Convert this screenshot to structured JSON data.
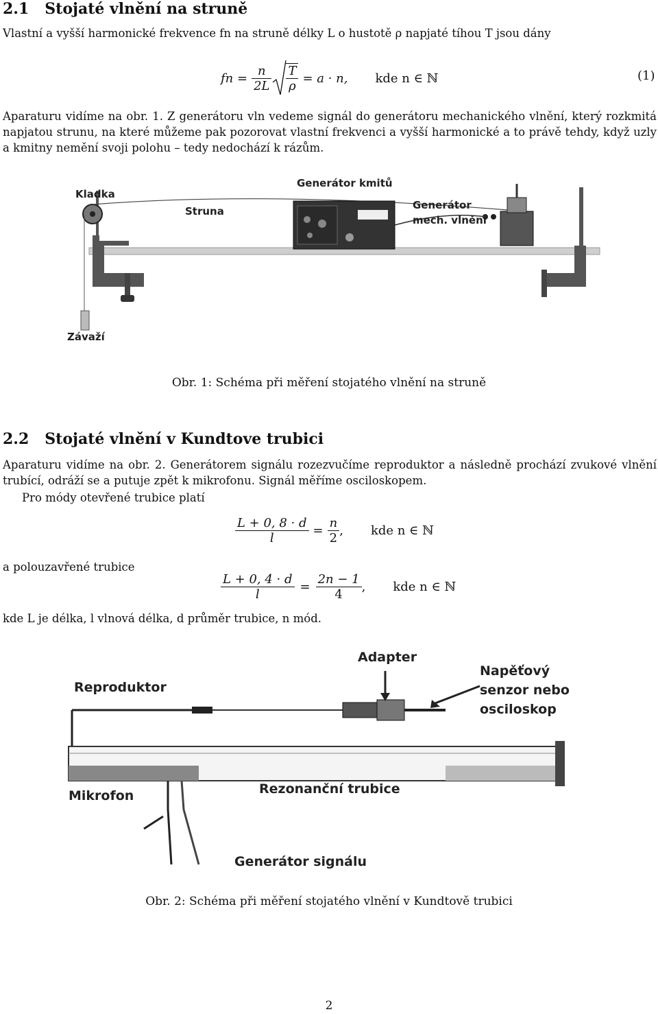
{
  "s1": {
    "heading_num": "2.1",
    "heading_title": "Stojaté vlnění na struně",
    "intro": "Vlastní a vyšší harmonické frekvence fn na struně délky L o hustotě ρ napjaté tíhou T jsou dány",
    "eq_lhs": "fn =",
    "eq_num": "n",
    "eq_den": "2L",
    "eq_sqrt_num": "T",
    "eq_sqrt_den": "ρ",
    "eq_rhs": "= a · n,",
    "eq_cond": "kde n ∈ ℕ",
    "eq_no": "(1)",
    "para": "Aparaturu vidíme na obr. 1. Z generátoru vln vedeme signál do generátoru mechanického vlnění, který rozkmitá napjatou strunu, na které můžeme pak pozorovat vlastní frekvenci a vyšší harmonické a to právě tehdy, když uzly a kmitny nemění svoji polohu – tedy nedochází k rázům.",
    "fig_labels": {
      "kladka": "Kladka",
      "struna": "Struna",
      "gen_kmitu": "Generátor kmitů",
      "gen_mech_1": "Generátor",
      "gen_mech_2": "mech. vlnění",
      "zavazi": "Závaží"
    },
    "caption": "Obr. 1: Schéma při měření stojatého vlnění na struně"
  },
  "s2": {
    "heading_num": "2.2",
    "heading_title": "Stojaté vlnění v Kundtove trubici",
    "para1": "Aparaturu vidíme na obr. 2. Generátorem signálu rozezvučíme reproduktor a následně prochází zvukové vlnění trubící, odráží se a putuje zpět k mikrofonu. Signál měříme osciloskopem.",
    "para2": "Pro módy otevřené trubice platí",
    "eq1_num": "L + 0, 8 · d",
    "eq1_den": "l",
    "eq1_eq": "=",
    "eq1_rnum": "n",
    "eq1_rden": "2",
    "eq1_comma": ",",
    "eq1_cond": "kde n ∈ ℕ",
    "para3": "a polouzavřené trubice",
    "eq2_num": "L + 0, 4 · d",
    "eq2_den": "l",
    "eq2_eq": "=",
    "eq2_rnum": "2n − 1",
    "eq2_rden": "4",
    "eq2_comma": ",",
    "eq2_cond": "kde n ∈ ℕ",
    "para4": "kde L je délka, l vlnová délka, d průměr trubice, n mód.",
    "fig_labels": {
      "adapter": "Adapter",
      "reproduktor": "Reproduktor",
      "napetovy_1": "Napěťový",
      "napetovy_2": "senzor nebo",
      "napetovy_3": "osciloskop",
      "mikrofon": "Mikrofon",
      "rez_trubice": "Rezonanční trubice",
      "gen_signalu": "Generátor signálu"
    },
    "caption": "Obr. 2: Schéma při měření stojatého vlnění v Kundtově trubici"
  },
  "page_number": "2"
}
